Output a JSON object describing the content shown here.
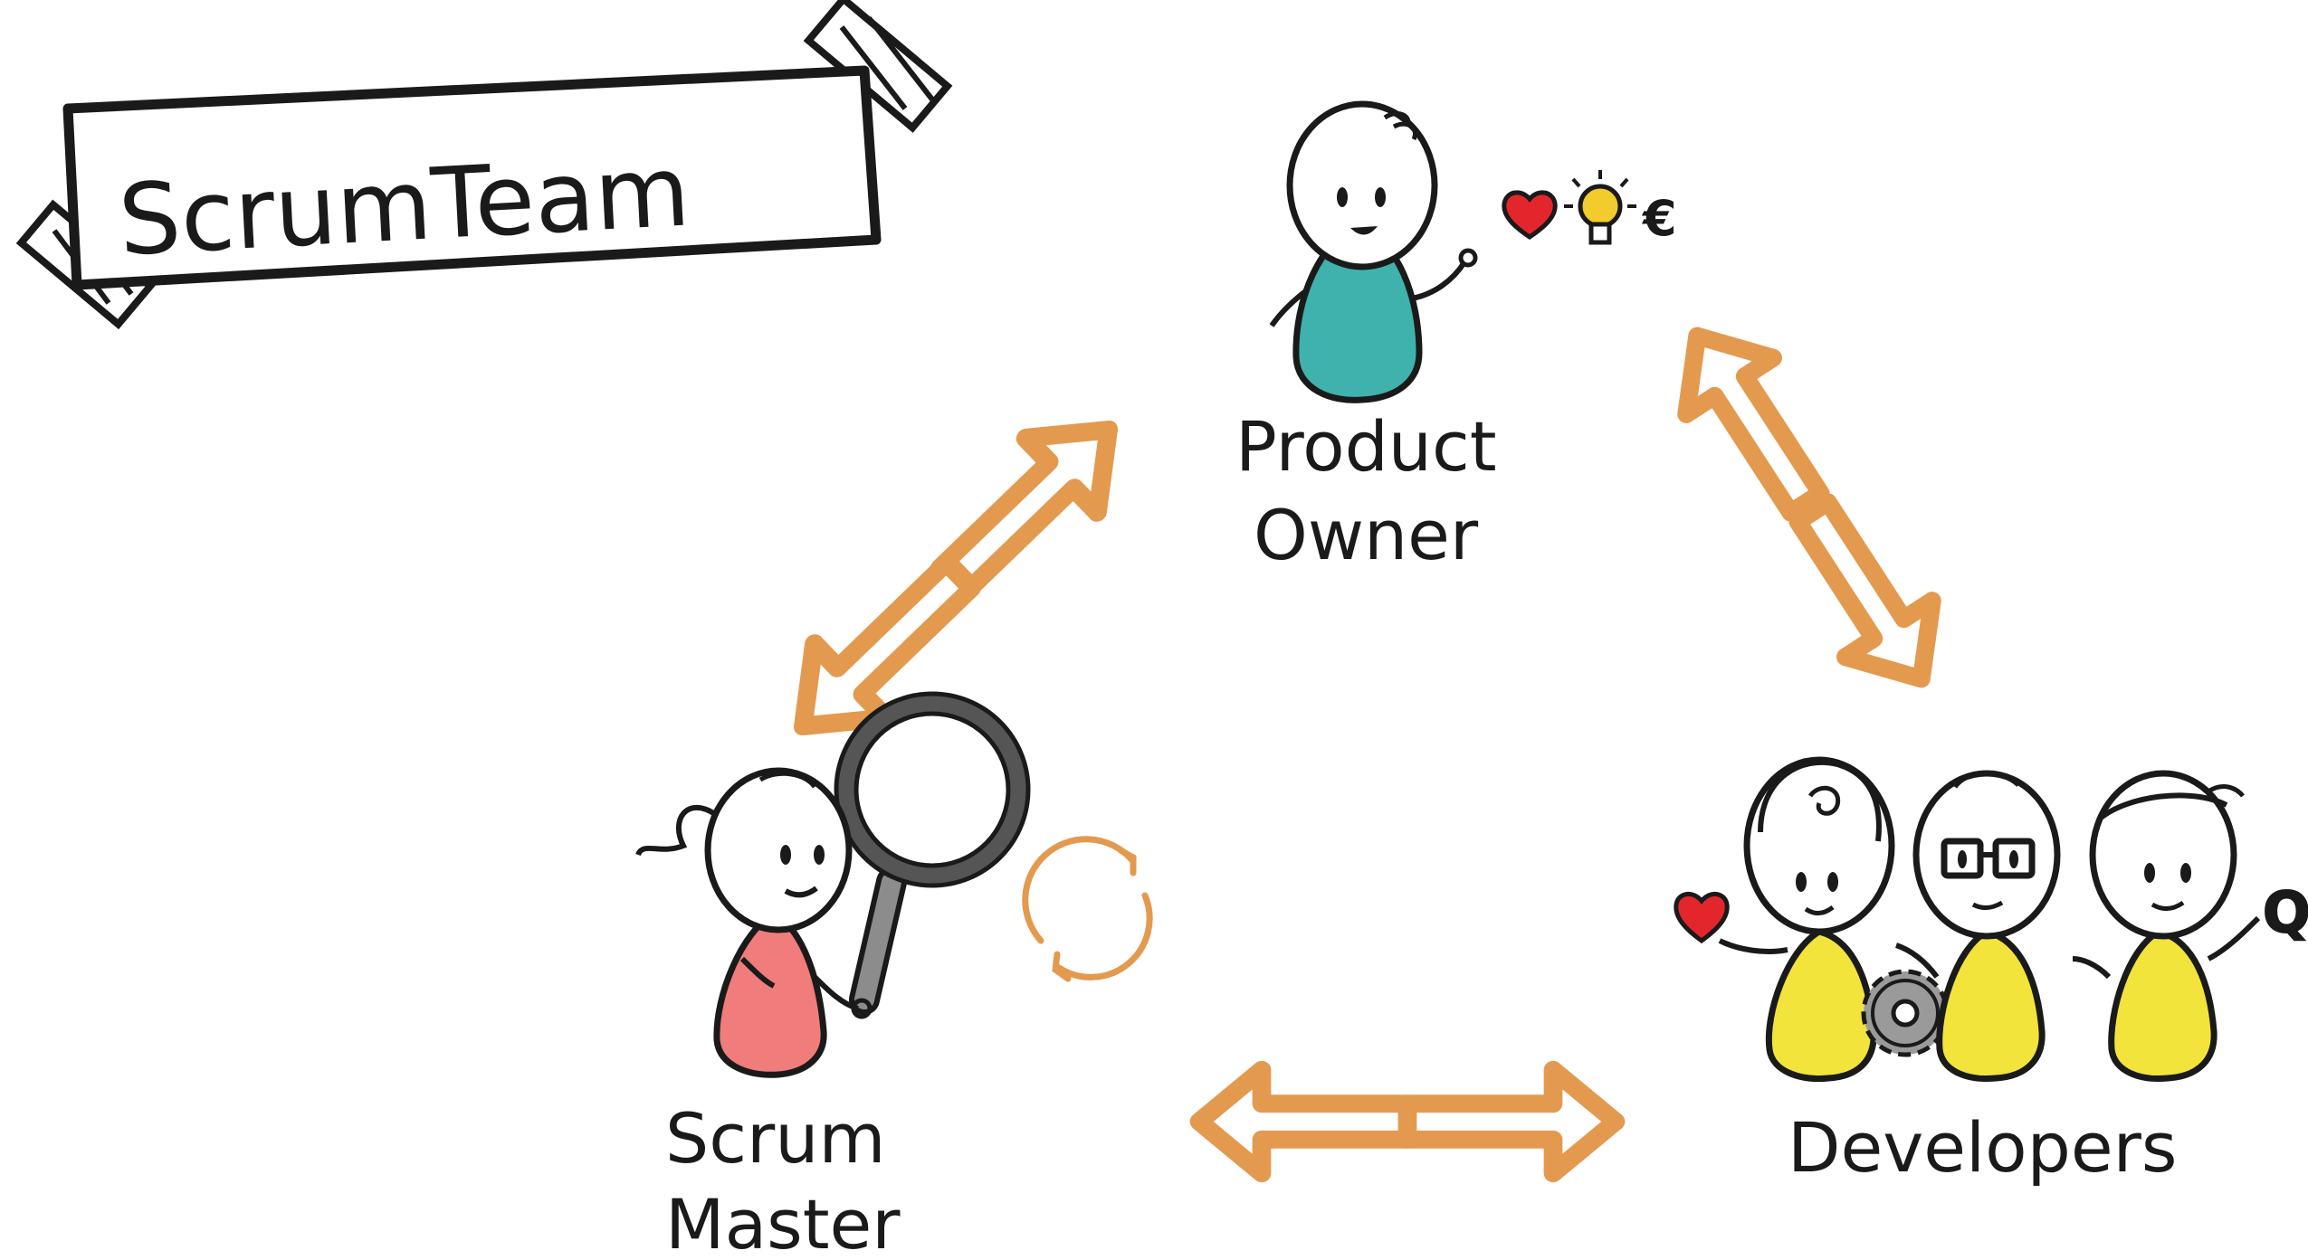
{
  "title": "ScrumTeam",
  "roles": {
    "product_owner": {
      "line1": "Product",
      "line2": "Owner",
      "symbol_euro": "€"
    },
    "scrum_master": {
      "line1": "Scrum",
      "line2": "Master"
    },
    "developers": {
      "label": "Developers",
      "symbol_q": "Q"
    }
  },
  "colors": {
    "arrow_outline": "#e39a4f",
    "product_owner_body": "#3fb2ad",
    "scrum_master_body": "#f07c7c",
    "developers_body": "#f2e43a",
    "heart": "#e3262b",
    "bulb": "#f2cc2c",
    "magnifier_rim": "#555555",
    "gear": "#9a9a9a",
    "ink": "#1a1a1a"
  },
  "icons": [
    "heart-icon",
    "lightbulb-icon",
    "euro-icon",
    "magnifying-glass-icon",
    "cycle-arrows-icon",
    "gear-icon",
    "quality-key-icon"
  ]
}
